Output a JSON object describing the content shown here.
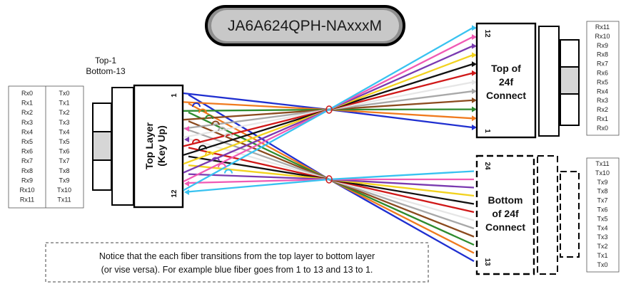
{
  "title": "JA6A624QPH-NAxxxM",
  "left_connector": {
    "caption_line1": "Top-1",
    "caption_line2": "Bottom-13",
    "label_line1": "Top Layer",
    "label_line2": "(Key Up)",
    "pin_top": "1",
    "pin_bottom": "12"
  },
  "left_table": {
    "col1": [
      "Rx0",
      "Rx1",
      "Rx2",
      "Rx3",
      "Rx4",
      "Rx5",
      "Rx6",
      "Rx7",
      "Rx8",
      "Rx9",
      "Rx10",
      "Rx11"
    ],
    "col2": [
      "Tx0",
      "Tx1",
      "Tx2",
      "Tx3",
      "Tx4",
      "Tx5",
      "Tx6",
      "Tx7",
      "Tx8",
      "Tx9",
      "Tx10",
      "Tx11"
    ]
  },
  "top_connector": {
    "label_line1": "Top of",
    "label_line2": "24f",
    "label_line3": "Connect",
    "pin_top": "12",
    "pin_bottom": "1"
  },
  "bottom_connector": {
    "label_line1": "Bottom",
    "label_line2": "of 24f",
    "label_line3": "Connect",
    "pin_top": "24",
    "pin_bottom": "13"
  },
  "right_top_table": [
    "Rx11",
    "Rx10",
    "Rx9",
    "Rx8",
    "Rx7",
    "Rx6",
    "Rx5",
    "Rx4",
    "Rx3",
    "Rx2",
    "Rx1",
    "Rx0"
  ],
  "right_bottom_table": [
    "Tx11",
    "Tx10",
    "Tx9",
    "Tx8",
    "Tx7",
    "Tx6",
    "Tx5",
    "Tx4",
    "Tx3",
    "Tx2",
    "Tx1",
    "Tx0"
  ],
  "note_line1": "Notice that the each fiber transitions from the top layer to bottom layer",
  "note_line2": "(or vise versa).  For example blue fiber goes from 1 to 13 and 13 to 1.",
  "fiber_colors": [
    "#1f2fd0",
    "#f07a1e",
    "#2e8b2e",
    "#8b4a1e",
    "#a8a8a8",
    "#ffffff",
    "#d01818",
    "#111111",
    "#f2d21e",
    "#7a3ab0",
    "#f05ab4",
    "#38c2f0"
  ]
}
